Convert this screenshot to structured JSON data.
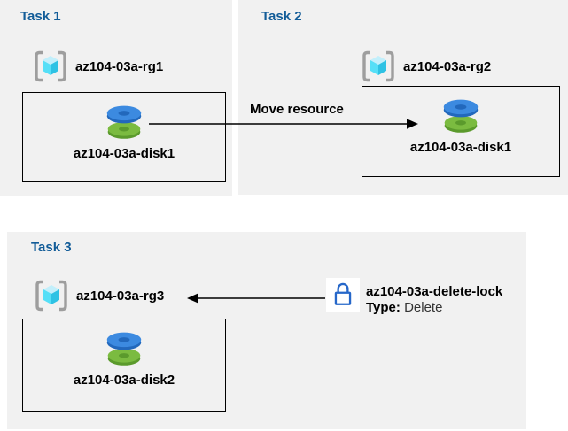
{
  "colors": {
    "panel_bg": "#F1F1F1",
    "title_blue": "#125C98",
    "bracket_gray": "#9E9E9E",
    "cube_top": "#C2EFFB",
    "cube_left": "#55DFF7",
    "cube_right": "#2EC2E4",
    "disk_blue": "#3C8AE0",
    "disk_blue_dark": "#2268BC",
    "disk_green": "#7BBB40",
    "disk_green_dark": "#5B9A2C",
    "lock_blue": "#2667C9",
    "arrow_black": "#000000"
  },
  "panels": [
    {
      "title": "Task 1",
      "resource_group": "az104-03a-rg1",
      "disk": "az104-03a-disk1"
    },
    {
      "title": "Task 2",
      "resource_group": "az104-03a-rg2",
      "disk": "az104-03a-disk1"
    },
    {
      "title": "Task 3",
      "resource_group": "az104-03a-rg3",
      "disk": "az104-03a-disk2"
    }
  ],
  "move_arrow": {
    "label": "Move resource"
  },
  "lock": {
    "name": "az104-03a-delete-lock",
    "type_label": "Type:",
    "type_value": "Delete"
  }
}
